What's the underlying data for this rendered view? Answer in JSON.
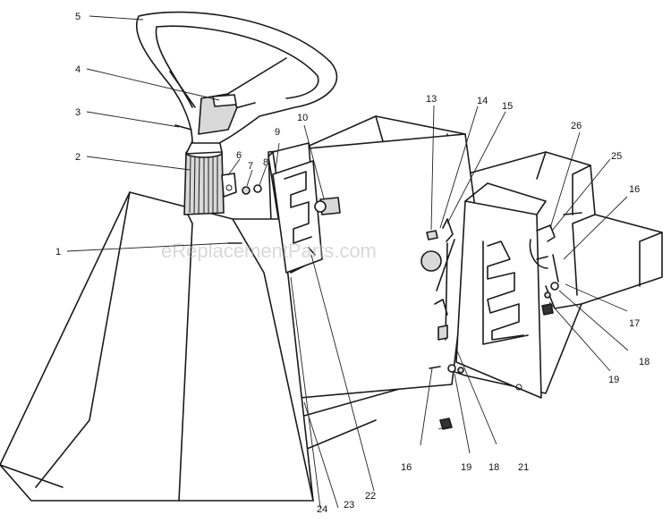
{
  "watermark": "eReplacementParts.com",
  "callouts": [
    {
      "id": "c1",
      "label": "1"
    },
    {
      "id": "c2",
      "label": "2"
    },
    {
      "id": "c3",
      "label": "3"
    },
    {
      "id": "c4",
      "label": "4"
    },
    {
      "id": "c5",
      "label": "5"
    },
    {
      "id": "c6",
      "label": "6"
    },
    {
      "id": "c7",
      "label": "7"
    },
    {
      "id": "c8",
      "label": "8"
    },
    {
      "id": "c9",
      "label": "9"
    },
    {
      "id": "c10",
      "label": "10"
    },
    {
      "id": "c13",
      "label": "13"
    },
    {
      "id": "c14",
      "label": "14"
    },
    {
      "id": "c15",
      "label": "15"
    },
    {
      "id": "c16a",
      "label": "16"
    },
    {
      "id": "c16b",
      "label": "16"
    },
    {
      "id": "c17",
      "label": "17"
    },
    {
      "id": "c18a",
      "label": "18"
    },
    {
      "id": "c18b",
      "label": "18"
    },
    {
      "id": "c19a",
      "label": "19"
    },
    {
      "id": "c19b",
      "label": "19"
    },
    {
      "id": "c21",
      "label": "21"
    },
    {
      "id": "c22",
      "label": "22"
    },
    {
      "id": "c23",
      "label": "23"
    },
    {
      "id": "c24",
      "label": "24"
    },
    {
      "id": "c25",
      "label": "25"
    },
    {
      "id": "c26",
      "label": "26"
    }
  ]
}
